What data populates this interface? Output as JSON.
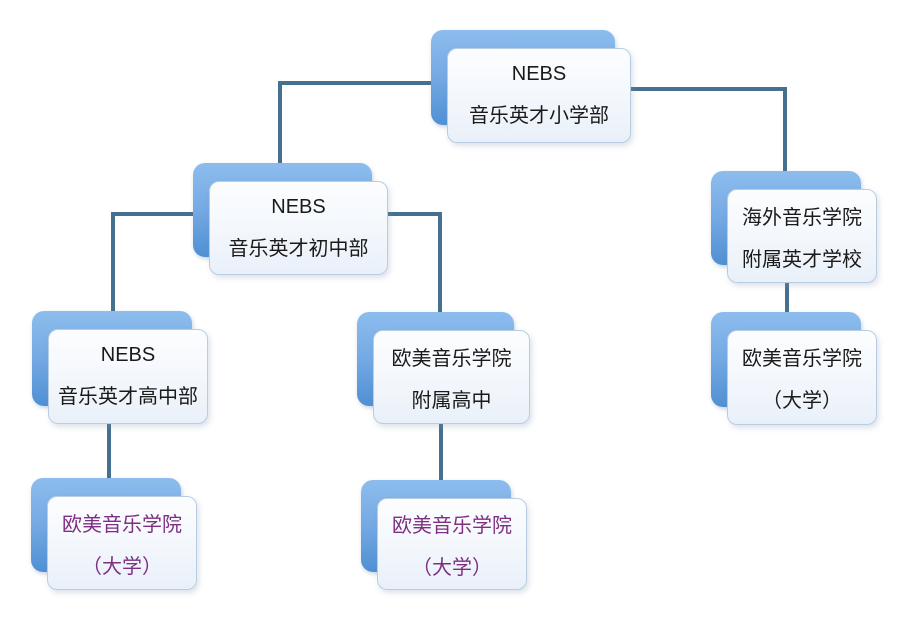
{
  "diagram": {
    "type": "org-chart",
    "background": "#ffffff"
  },
  "colors": {
    "connector": "#46708f",
    "accent_blue_light": "#8dbdee",
    "accent_blue_dark": "#4f90d3",
    "card_fill": "#f3f7fc",
    "card_border": "#b9cde2",
    "text_default": "#1a1a1a",
    "text_highlight_purple": "#7e2f81"
  },
  "nodes": [
    {
      "id": "elementary",
      "line1": "NEBS",
      "line2": "音乐英才小学部",
      "highlight": false
    },
    {
      "id": "junior",
      "line1": "NEBS",
      "line2": "音乐英才初中部",
      "highlight": false
    },
    {
      "id": "overseas-affiliated",
      "line1": "海外音乐学院",
      "line2": "附属英才学校",
      "highlight": false
    },
    {
      "id": "senior",
      "line1": "NEBS",
      "line2": "音乐英才高中部",
      "highlight": false
    },
    {
      "id": "affiliated-high",
      "line1": "欧美音乐学院",
      "line2": "附属高中",
      "highlight": false
    },
    {
      "id": "university-overseas",
      "line1": "欧美音乐学院",
      "line2": "（大学）",
      "highlight": false
    },
    {
      "id": "university-senior",
      "line1": "欧美音乐学院",
      "line2": "（大学）",
      "highlight": true
    },
    {
      "id": "university-affiliated",
      "line1": "欧美音乐学院",
      "line2": "（大学）",
      "highlight": true
    }
  ],
  "edges": [
    {
      "from": "elementary",
      "to": "junior"
    },
    {
      "from": "elementary",
      "to": "overseas-affiliated"
    },
    {
      "from": "junior",
      "to": "senior"
    },
    {
      "from": "junior",
      "to": "affiliated-high"
    },
    {
      "from": "overseas-affiliated",
      "to": "university-overseas"
    },
    {
      "from": "senior",
      "to": "university-senior"
    },
    {
      "from": "affiliated-high",
      "to": "university-affiliated"
    }
  ]
}
